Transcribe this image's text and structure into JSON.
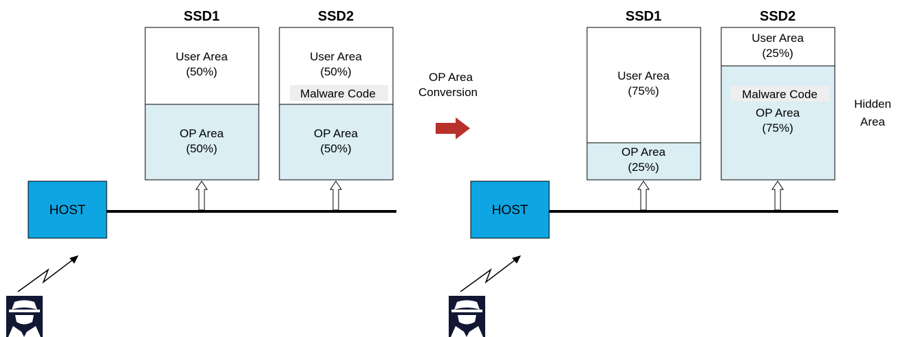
{
  "colors": {
    "op_fill": "#daeef4",
    "host_fill": "#0ea5e2",
    "arrow_red": "#b8312b",
    "malware_bg": "#eeeeee"
  },
  "before": {
    "ssd1": {
      "title": "SSD1",
      "user_line1": "User Area",
      "user_line2": "(50%)",
      "op_line1": "OP Area",
      "op_line2": "(50%)"
    },
    "ssd2": {
      "title": "SSD2",
      "user_line1": "User Area",
      "user_line2": "(50%)",
      "malware": "Malware Code",
      "op_line1": "OP Area",
      "op_line2": "(50%)"
    },
    "host": "HOST"
  },
  "transition": {
    "line1": "OP Area",
    "line2": "Conversion"
  },
  "after": {
    "ssd1": {
      "title": "SSD1",
      "user_line1": "User Area",
      "user_line2": "(75%)",
      "op_line1": "OP Area",
      "op_line2": "(25%)"
    },
    "ssd2": {
      "title": "SSD2",
      "user_line1": "User Area",
      "user_line2": "(25%)",
      "malware": "Malware Code",
      "op_line1": "OP Area",
      "op_line2": "(75%)"
    },
    "host": "HOST",
    "hidden_line1": "Hidden",
    "hidden_line2": "Area"
  },
  "icons": {
    "attacker": "spy-hacker-icon",
    "wireless": "lightning-arrow-icon"
  }
}
